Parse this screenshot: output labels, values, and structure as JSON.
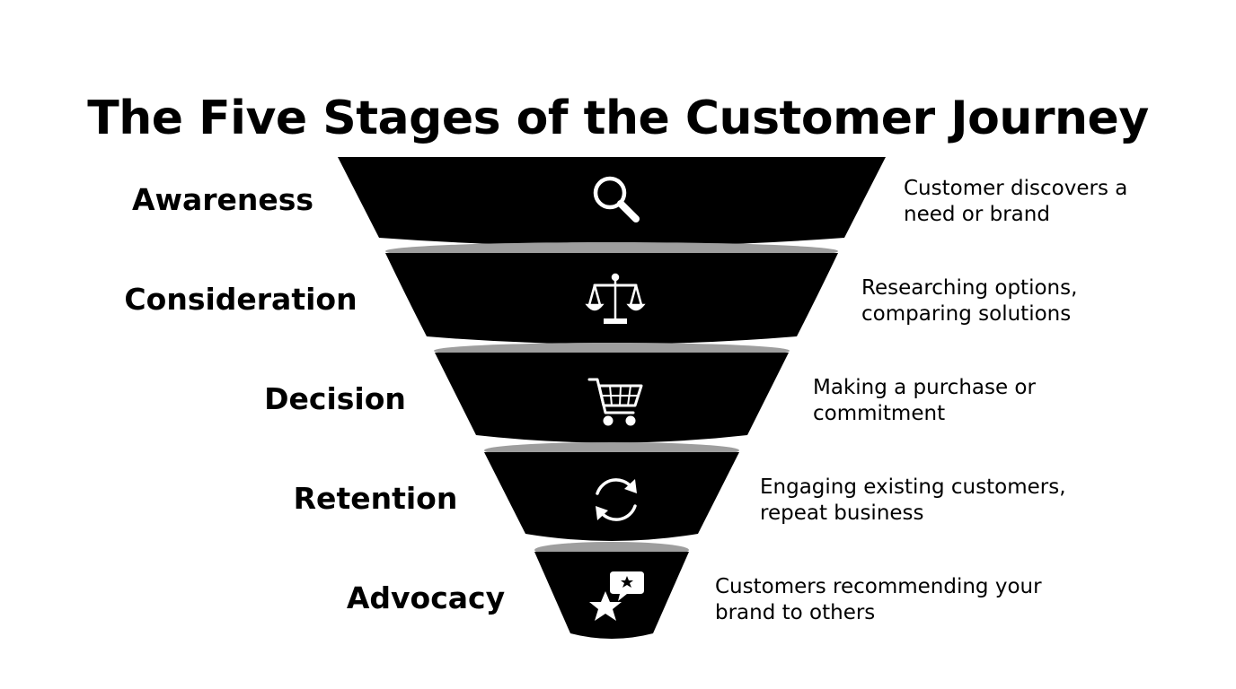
{
  "title": "The Five Stages of the Customer Journey",
  "colors": {
    "funnel": "#000000",
    "rim": "#9e9e9e",
    "icon": "#ffffff",
    "background": "#ffffff"
  },
  "stages": [
    {
      "label": "Awareness",
      "description": "Customer discovers a need or brand",
      "icon": "search-icon"
    },
    {
      "label": "Consideration",
      "description": "Researching options, comparing solutions",
      "icon": "scale-icon"
    },
    {
      "label": "Decision",
      "description": "Making a purchase or commitment",
      "icon": "cart-icon"
    },
    {
      "label": "Retention",
      "description": "Engaging existing customers, repeat business",
      "icon": "refresh-icon"
    },
    {
      "label": "Advocacy",
      "description": "Customers recommending your brand to others",
      "icon": "star-chat-icon"
    }
  ]
}
